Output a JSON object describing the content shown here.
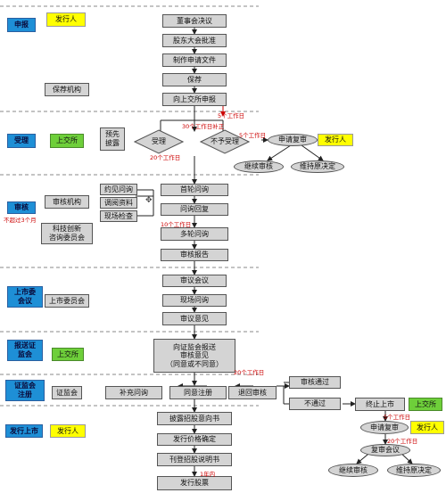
{
  "stages": [
    {
      "label": "申报",
      "actor": "发行人",
      "actor_color": "#ffff00"
    },
    {
      "label": "受理",
      "actor": "上交所",
      "actor_color": "#6ecf3a"
    },
    {
      "label": "审核",
      "note": "不超过3个月"
    },
    {
      "label": "上市委\n会议"
    },
    {
      "label": "报送证\n监会",
      "actor": "上交所",
      "actor_color": "#6ecf3a"
    },
    {
      "label": "证监会\n注册",
      "actor": "证监会"
    },
    {
      "label": "发行上市",
      "actor": "发行人",
      "actor_color": "#ffff00"
    }
  ],
  "side_labels": {
    "sponsor": "保荐机构",
    "review_org": "审核机构",
    "tech_committee": "科技创新\n咨询委员会",
    "listing_committee": "上市委员会",
    "exchange_right": "上交所",
    "issuer_right": "发行人",
    "issuer_review": "发行人"
  },
  "main_flow": {
    "board": "董事会决议",
    "shareholders": "股东大会批准",
    "prepare": "制作申请文件",
    "sponsor": "保荐",
    "submit": "向上交所申报",
    "accept": "受理",
    "reject": "不予受理",
    "review_apply": "申请复审",
    "continue_review": "继续审核",
    "keep_decision": "维持原决定",
    "pre_disclosure": "预先\n披露",
    "first_inquiry": "首轮问询",
    "inquiry_reply": "问询回复",
    "multi_inquiry": "多轮问询",
    "review_report": "审核报告",
    "sub_invite": "约见问询",
    "sub_consult": "调阅资料",
    "sub_site": "现场检查",
    "meeting": "审议会议",
    "onsite_inquiry": "现场问询",
    "review_opinion": "审议意见",
    "to_csrc": "向证监会报送\n审核意见\n（同意或不同意）",
    "supplement": "补充问询",
    "approve_reg": "同意注册",
    "return_review": "退回审核",
    "review_pass": "审核通过",
    "review_fail": "不通过",
    "terminate": "终止上市",
    "review_apply2": "申请复审",
    "reexam_meeting": "复审会议",
    "continue_review2": "继续审核",
    "keep_decision2": "维持原决定",
    "prospectus_draft": "披露招股意向书",
    "pricing": "发行价格确定",
    "prospectus": "刊登招股说明书",
    "issue": "发行股票"
  },
  "time_notes": {
    "t5a": "5个工作日",
    "t30": "30个工作日补正",
    "t5b": "5个工作日",
    "t20a": "20个工作日",
    "t10": "10个工作日",
    "t20b": "20个工作日",
    "t5c": "5个工作日",
    "t20c": "20个工作日",
    "t1y": "1年内"
  },
  "colors": {
    "stage": "#1e8fd6",
    "box": "#d4d4d4",
    "note": "#cc0000",
    "issuer": "#ffff00",
    "exchange": "#6ecf3a"
  }
}
